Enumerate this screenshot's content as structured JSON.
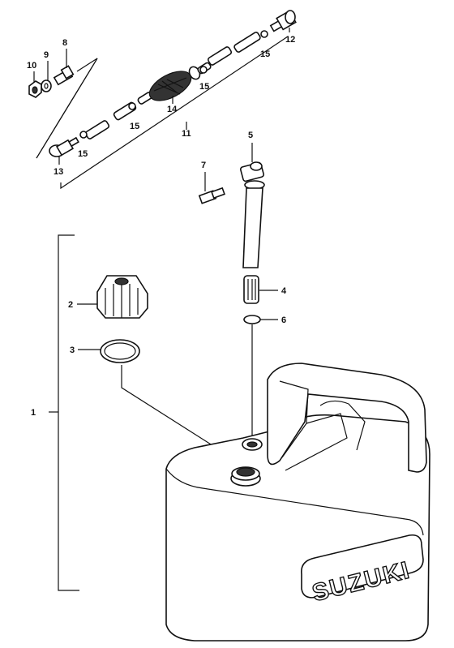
{
  "callouts": {
    "c1": "1",
    "c2": "2",
    "c3": "3",
    "c4": "4",
    "c5": "5",
    "c6": "6",
    "c7": "7",
    "c8": "8",
    "c9": "9",
    "c10": "10",
    "c11": "11",
    "c12": "12",
    "c13": "13",
    "c14": "14",
    "c15a": "15",
    "c15b": "15",
    "c15c": "15",
    "c15d": "15"
  },
  "brand_logo": "SUZUKI"
}
